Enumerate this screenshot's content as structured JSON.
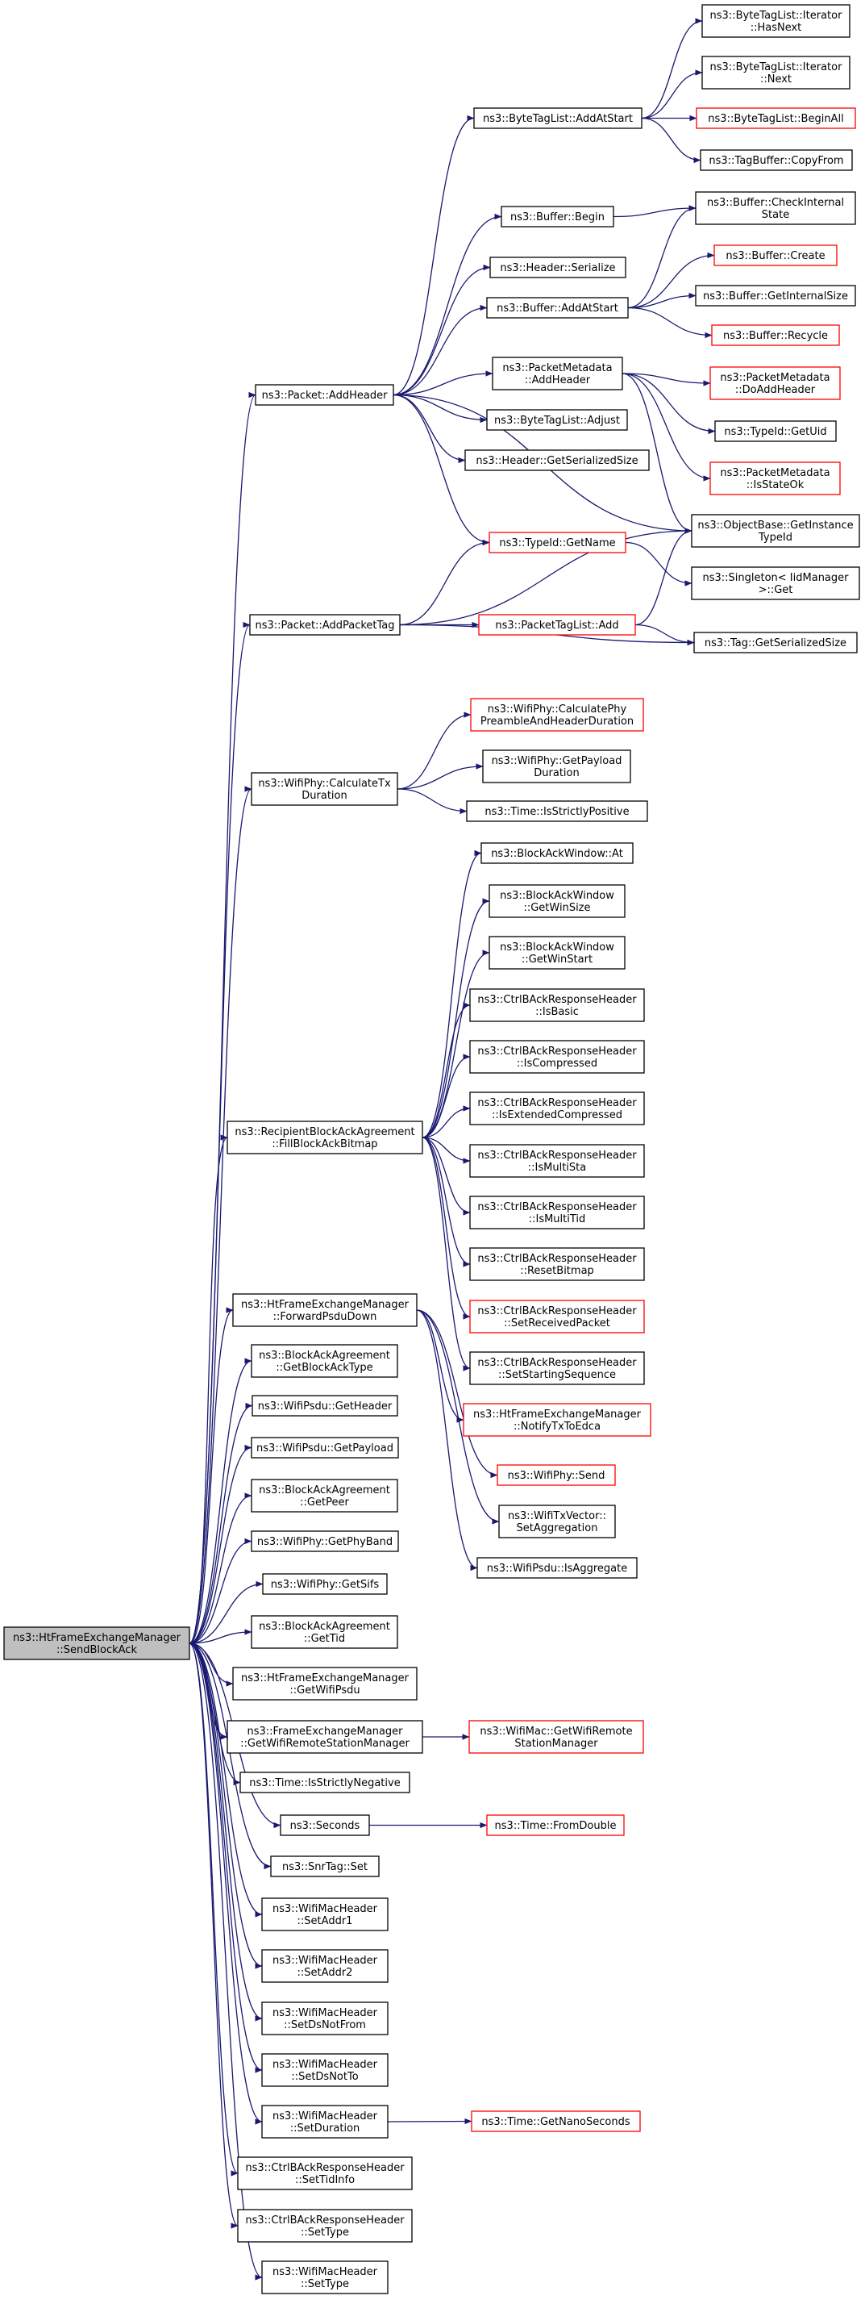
{
  "colors": {
    "edge": "#191970",
    "border_normal": "#000000",
    "border_truncated": "#ff0000",
    "fill_root": "#bfbfbf",
    "fill_normal": "#ffffff"
  },
  "nodes": [
    {
      "id": "root",
      "lines": [
        "ns3::HtFrameExchangeManager",
        "::SendBlockAck"
      ],
      "style": "root"
    },
    {
      "id": "packet_addheader",
      "lines": [
        "ns3::Packet::AddHeader"
      ],
      "style": "normal"
    },
    {
      "id": "packet_addpackettag",
      "lines": [
        "ns3::Packet::AddPacketTag"
      ],
      "style": "normal"
    },
    {
      "id": "calctxduration",
      "lines": [
        "ns3::WifiPhy::CalculateTx",
        "Duration"
      ],
      "style": "normal"
    },
    {
      "id": "fillblockack",
      "lines": [
        "ns3::RecipientBlockAckAgreement",
        "::FillBlockAckBitmap"
      ],
      "style": "normal"
    },
    {
      "id": "forwardpsdu",
      "lines": [
        "ns3::HtFrameExchangeManager",
        "::ForwardPsduDown"
      ],
      "style": "normal"
    },
    {
      "id": "getblockacktype",
      "lines": [
        "ns3::BlockAckAgreement",
        "::GetBlockAckType"
      ],
      "style": "normal"
    },
    {
      "id": "psdu_getheader",
      "lines": [
        "ns3::WifiPsdu::GetHeader"
      ],
      "style": "normal"
    },
    {
      "id": "psdu_getpayload",
      "lines": [
        "ns3::WifiPsdu::GetPayload"
      ],
      "style": "normal"
    },
    {
      "id": "getpeer",
      "lines": [
        "ns3::BlockAckAgreement",
        "::GetPeer"
      ],
      "style": "normal"
    },
    {
      "id": "getphyband",
      "lines": [
        "ns3::WifiPhy::GetPhyBand"
      ],
      "style": "normal"
    },
    {
      "id": "getsifs",
      "lines": [
        "ns3::WifiPhy::GetSifs"
      ],
      "style": "normal"
    },
    {
      "id": "gettid",
      "lines": [
        "ns3::BlockAckAgreement",
        "::GetTid"
      ],
      "style": "normal"
    },
    {
      "id": "getwifipsdu",
      "lines": [
        "ns3::HtFrameExchangeManager",
        "::GetWifiPsdu"
      ],
      "style": "normal"
    },
    {
      "id": "getwrsm",
      "lines": [
        "ns3::FrameExchangeManager",
        "::GetWifiRemoteStationManager"
      ],
      "style": "normal"
    },
    {
      "id": "isstrictlynegative",
      "lines": [
        "ns3::Time::IsStrictlyNegative"
      ],
      "style": "normal"
    },
    {
      "id": "seconds",
      "lines": [
        "ns3::Seconds"
      ],
      "style": "normal"
    },
    {
      "id": "snrtag_set",
      "lines": [
        "ns3::SnrTag::Set"
      ],
      "style": "normal"
    },
    {
      "id": "setaddr1",
      "lines": [
        "ns3::WifiMacHeader",
        "::SetAddr1"
      ],
      "style": "normal"
    },
    {
      "id": "setaddr2",
      "lines": [
        "ns3::WifiMacHeader",
        "::SetAddr2"
      ],
      "style": "normal"
    },
    {
      "id": "setdsnotfrom",
      "lines": [
        "ns3::WifiMacHeader",
        "::SetDsNotFrom"
      ],
      "style": "normal"
    },
    {
      "id": "setdsnotto",
      "lines": [
        "ns3::WifiMacHeader",
        "::SetDsNotTo"
      ],
      "style": "normal"
    },
    {
      "id": "setduration",
      "lines": [
        "ns3::WifiMacHeader",
        "::SetDuration"
      ],
      "style": "normal"
    },
    {
      "id": "settidinfo",
      "lines": [
        "ns3::CtrlBAckResponseHeader",
        "::SetTidInfo"
      ],
      "style": "normal"
    },
    {
      "id": "settype_ctrl",
      "lines": [
        "ns3::CtrlBAckResponseHeader",
        "::SetType"
      ],
      "style": "normal"
    },
    {
      "id": "settype_mac",
      "lines": [
        "ns3::WifiMacHeader",
        "::SetType"
      ],
      "style": "normal"
    },
    {
      "id": "btl_addatstart",
      "lines": [
        "ns3::ByteTagList::AddAtStart"
      ],
      "style": "normal"
    },
    {
      "id": "buffer_begin",
      "lines": [
        "ns3::Buffer::Begin"
      ],
      "style": "normal"
    },
    {
      "id": "header_serialize",
      "lines": [
        "ns3::Header::Serialize"
      ],
      "style": "normal"
    },
    {
      "id": "buffer_addatstart",
      "lines": [
        "ns3::Buffer::AddAtStart"
      ],
      "style": "normal"
    },
    {
      "id": "pm_addheader",
      "lines": [
        "ns3::PacketMetadata",
        "::AddHeader"
      ],
      "style": "normal"
    },
    {
      "id": "btl_adjust",
      "lines": [
        "ns3::ByteTagList::Adjust"
      ],
      "style": "normal"
    },
    {
      "id": "header_getserializedsize",
      "lines": [
        "ns3::Header::GetSerializedSize"
      ],
      "style": "normal"
    },
    {
      "id": "typeid_getname",
      "lines": [
        "ns3::TypeId::GetName"
      ],
      "style": "truncated"
    },
    {
      "id": "ptl_add",
      "lines": [
        "ns3::PacketTagList::Add"
      ],
      "style": "truncated"
    },
    {
      "id": "btl_it_hasnext",
      "lines": [
        "ns3::ByteTagList::Iterator",
        "::HasNext"
      ],
      "style": "normal"
    },
    {
      "id": "btl_it_next",
      "lines": [
        "ns3::ByteTagList::Iterator",
        "::Next"
      ],
      "style": "normal"
    },
    {
      "id": "btl_beginall",
      "lines": [
        "ns3::ByteTagList::BeginAll"
      ],
      "style": "truncated"
    },
    {
      "id": "tagbuffer_copyfrom",
      "lines": [
        "ns3::TagBuffer::CopyFrom"
      ],
      "style": "normal"
    },
    {
      "id": "buffer_checkinternal",
      "lines": [
        "ns3::Buffer::CheckInternal",
        "State"
      ],
      "style": "normal"
    },
    {
      "id": "buffer_create",
      "lines": [
        "ns3::Buffer::Create"
      ],
      "style": "truncated"
    },
    {
      "id": "buffer_getinternalsize",
      "lines": [
        "ns3::Buffer::GetInternalSize"
      ],
      "style": "normal"
    },
    {
      "id": "buffer_recycle",
      "lines": [
        "ns3::Buffer::Recycle"
      ],
      "style": "truncated"
    },
    {
      "id": "pm_doaddheader",
      "lines": [
        "ns3::PacketMetadata",
        "::DoAddHeader"
      ],
      "style": "truncated"
    },
    {
      "id": "typeid_getuid",
      "lines": [
        "ns3::TypeId::GetUid"
      ],
      "style": "normal"
    },
    {
      "id": "pm_isstateok",
      "lines": [
        "ns3::PacketMetadata",
        "::IsStateOk"
      ],
      "style": "truncated"
    },
    {
      "id": "objectbase_getinstancetypeid",
      "lines": [
        "ns3::ObjectBase::GetInstance",
        "TypeId"
      ],
      "style": "normal"
    },
    {
      "id": "singleton_get",
      "lines": [
        "ns3::Singleton< IidManager",
        " >::Get"
      ],
      "style": "normal"
    },
    {
      "id": "tag_getserializedsize",
      "lines": [
        "ns3::Tag::GetSerializedSize"
      ],
      "style": "normal"
    },
    {
      "id": "calcphypreamble",
      "lines": [
        "ns3::WifiPhy::CalculatePhy",
        "PreambleAndHeaderDuration"
      ],
      "style": "truncated"
    },
    {
      "id": "getpayloadduration",
      "lines": [
        "ns3::WifiPhy::GetPayload",
        "Duration"
      ],
      "style": "normal"
    },
    {
      "id": "time_isstrictlypositive",
      "lines": [
        "ns3::Time::IsStrictlyPositive"
      ],
      "style": "normal"
    },
    {
      "id": "baw_at",
      "lines": [
        "ns3::BlockAckWindow::At"
      ],
      "style": "normal"
    },
    {
      "id": "baw_getwinsize",
      "lines": [
        "ns3::BlockAckWindow",
        "::GetWinSize"
      ],
      "style": "normal"
    },
    {
      "id": "baw_getwinstart",
      "lines": [
        "ns3::BlockAckWindow",
        "::GetWinStart"
      ],
      "style": "normal"
    },
    {
      "id": "cbr_isbasic",
      "lines": [
        "ns3::CtrlBAckResponseHeader",
        "::IsBasic"
      ],
      "style": "normal"
    },
    {
      "id": "cbr_iscompressed",
      "lines": [
        "ns3::CtrlBAckResponseHeader",
        "::IsCompressed"
      ],
      "style": "normal"
    },
    {
      "id": "cbr_isextcompressed",
      "lines": [
        "ns3::CtrlBAckResponseHeader",
        "::IsExtendedCompressed"
      ],
      "style": "normal"
    },
    {
      "id": "cbr_ismultista",
      "lines": [
        "ns3::CtrlBAckResponseHeader",
        "::IsMultiSta"
      ],
      "style": "normal"
    },
    {
      "id": "cbr_ismultitid",
      "lines": [
        "ns3::CtrlBAckResponseHeader",
        "::IsMultiTid"
      ],
      "style": "normal"
    },
    {
      "id": "cbr_resetbitmap",
      "lines": [
        "ns3::CtrlBAckResponseHeader",
        "::ResetBitmap"
      ],
      "style": "normal"
    },
    {
      "id": "cbr_setreceivedpacket",
      "lines": [
        "ns3::CtrlBAckResponseHeader",
        "::SetReceivedPacket"
      ],
      "style": "truncated"
    },
    {
      "id": "cbr_setstartingsequence",
      "lines": [
        "ns3::CtrlBAckResponseHeader",
        "::SetStartingSequence"
      ],
      "style": "normal"
    },
    {
      "id": "notifytxtoedca",
      "lines": [
        "ns3::HtFrameExchangeManager",
        "::NotifyTxToEdca"
      ],
      "style": "truncated"
    },
    {
      "id": "wifiphy_send",
      "lines": [
        "ns3::WifiPhy::Send"
      ],
      "style": "truncated"
    },
    {
      "id": "txvector_setaggregation",
      "lines": [
        "ns3::WifiTxVector::",
        "SetAggregation"
      ],
      "style": "normal"
    },
    {
      "id": "psdu_isaggregate",
      "lines": [
        "ns3::WifiPsdu::IsAggregate"
      ],
      "style": "normal"
    },
    {
      "id": "getwifiremotestationmanager",
      "lines": [
        "ns3::WifiMac::GetWifiRemote",
        "StationManager"
      ],
      "style": "truncated"
    },
    {
      "id": "time_fromdouble",
      "lines": [
        "ns3::Time::FromDouble"
      ],
      "style": "truncated"
    },
    {
      "id": "time_getnanoseconds",
      "lines": [
        "ns3::Time::GetNanoSeconds"
      ],
      "style": "truncated"
    }
  ],
  "edges": [
    [
      "root",
      "packet_addheader"
    ],
    [
      "root",
      "packet_addpackettag"
    ],
    [
      "root",
      "calctxduration"
    ],
    [
      "root",
      "fillblockack"
    ],
    [
      "root",
      "forwardpsdu"
    ],
    [
      "root",
      "getblockacktype"
    ],
    [
      "root",
      "psdu_getheader"
    ],
    [
      "root",
      "psdu_getpayload"
    ],
    [
      "root",
      "getpeer"
    ],
    [
      "root",
      "getphyband"
    ],
    [
      "root",
      "getsifs"
    ],
    [
      "root",
      "gettid"
    ],
    [
      "root",
      "getwifipsdu"
    ],
    [
      "root",
      "getwrsm"
    ],
    [
      "root",
      "isstrictlynegative"
    ],
    [
      "root",
      "seconds"
    ],
    [
      "root",
      "snrtag_set"
    ],
    [
      "root",
      "setaddr1"
    ],
    [
      "root",
      "setaddr2"
    ],
    [
      "root",
      "setdsnotfrom"
    ],
    [
      "root",
      "setdsnotto"
    ],
    [
      "root",
      "setduration"
    ],
    [
      "root",
      "settidinfo"
    ],
    [
      "root",
      "settype_ctrl"
    ],
    [
      "root",
      "settype_mac"
    ],
    [
      "packet_addheader",
      "btl_addatstart"
    ],
    [
      "packet_addheader",
      "buffer_begin"
    ],
    [
      "packet_addheader",
      "header_serialize"
    ],
    [
      "packet_addheader",
      "buffer_addatstart"
    ],
    [
      "packet_addheader",
      "pm_addheader"
    ],
    [
      "packet_addheader",
      "btl_adjust"
    ],
    [
      "packet_addheader",
      "header_getserializedsize"
    ],
    [
      "packet_addheader",
      "objectbase_getinstancetypeid"
    ],
    [
      "packet_addheader",
      "typeid_getname"
    ],
    [
      "btl_addatstart",
      "btl_it_hasnext"
    ],
    [
      "btl_addatstart",
      "btl_it_next"
    ],
    [
      "btl_addatstart",
      "btl_beginall"
    ],
    [
      "btl_addatstart",
      "tagbuffer_copyfrom"
    ],
    [
      "buffer_begin",
      "buffer_checkinternal"
    ],
    [
      "buffer_addatstart",
      "buffer_checkinternal"
    ],
    [
      "buffer_addatstart",
      "buffer_create"
    ],
    [
      "buffer_addatstart",
      "buffer_getinternalsize"
    ],
    [
      "buffer_addatstart",
      "buffer_recycle"
    ],
    [
      "pm_addheader",
      "pm_doaddheader"
    ],
    [
      "pm_addheader",
      "typeid_getuid"
    ],
    [
      "pm_addheader",
      "pm_isstateok"
    ],
    [
      "pm_addheader",
      "objectbase_getinstancetypeid"
    ],
    [
      "packet_addpackettag",
      "typeid_getname"
    ],
    [
      "packet_addpackettag",
      "objectbase_getinstancetypeid"
    ],
    [
      "packet_addpackettag",
      "ptl_add"
    ],
    [
      "packet_addpackettag",
      "tag_getserializedsize"
    ],
    [
      "typeid_getname",
      "singleton_get"
    ],
    [
      "ptl_add",
      "objectbase_getinstancetypeid"
    ],
    [
      "ptl_add",
      "tag_getserializedsize"
    ],
    [
      "calctxduration",
      "calcphypreamble"
    ],
    [
      "calctxduration",
      "getpayloadduration"
    ],
    [
      "calctxduration",
      "time_isstrictlypositive"
    ],
    [
      "fillblockack",
      "baw_at"
    ],
    [
      "fillblockack",
      "baw_getwinsize"
    ],
    [
      "fillblockack",
      "baw_getwinstart"
    ],
    [
      "fillblockack",
      "cbr_isbasic"
    ],
    [
      "fillblockack",
      "cbr_iscompressed"
    ],
    [
      "fillblockack",
      "cbr_isextcompressed"
    ],
    [
      "fillblockack",
      "cbr_ismultista"
    ],
    [
      "fillblockack",
      "cbr_ismultitid"
    ],
    [
      "fillblockack",
      "cbr_resetbitmap"
    ],
    [
      "fillblockack",
      "cbr_setreceivedpacket"
    ],
    [
      "fillblockack",
      "cbr_setstartingsequence"
    ],
    [
      "forwardpsdu",
      "notifytxtoedca"
    ],
    [
      "forwardpsdu",
      "wifiphy_send"
    ],
    [
      "forwardpsdu",
      "txvector_setaggregation"
    ],
    [
      "forwardpsdu",
      "psdu_isaggregate"
    ],
    [
      "getwrsm",
      "getwifiremotestationmanager"
    ],
    [
      "seconds",
      "time_fromdouble"
    ],
    [
      "setduration",
      "time_getnanoseconds"
    ]
  ]
}
